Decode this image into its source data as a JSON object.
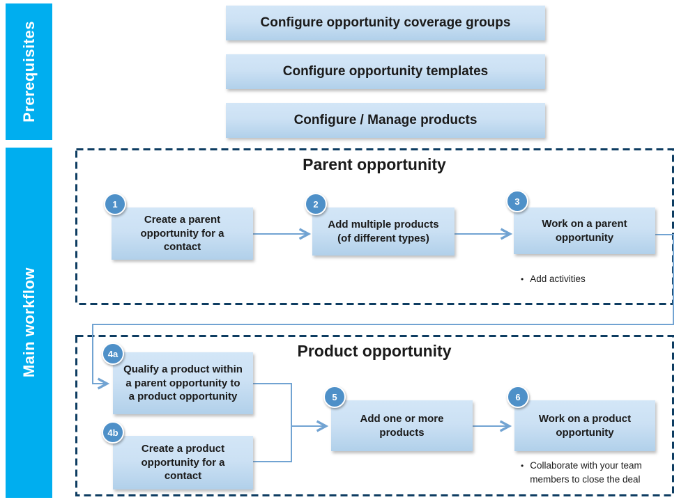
{
  "sidebar": {
    "prerequisites_label": "Prerequisites",
    "main_workflow_label": "Main workflow"
  },
  "prerequisites": {
    "items": [
      "Configure opportunity coverage groups",
      "Configure opportunity templates",
      "Configure / Manage products"
    ]
  },
  "sections": [
    {
      "title": "Parent opportunity",
      "steps": [
        {
          "number": "1",
          "label": "Create a parent opportunity for a contact"
        },
        {
          "number": "2",
          "label": "Add multiple products (of different types)"
        },
        {
          "number": "3",
          "label": "Work on a parent opportunity",
          "notes": [
            "Add activities"
          ]
        }
      ]
    },
    {
      "title": "Product opportunity",
      "steps": [
        {
          "number": "4a",
          "label": "Qualify a product within a parent opportunity to a product opportunity"
        },
        {
          "number": "4b",
          "label": "Create a product opportunity for a contact"
        },
        {
          "number": "5",
          "label": "Add one or more products"
        },
        {
          "number": "6",
          "label": "Work on a product opportunity",
          "notes": [
            "Collaborate with your team members to close the deal"
          ]
        }
      ]
    }
  ],
  "colors": {
    "rail_cyan": "#00AEEF",
    "dashed_border_navy": "#0d3c61",
    "badge_blue": "#4e90c8",
    "connector_blue": "#71a3d2",
    "box_gradient_top": "#d3e6f7",
    "box_gradient_bottom": "#b1d0ea"
  }
}
